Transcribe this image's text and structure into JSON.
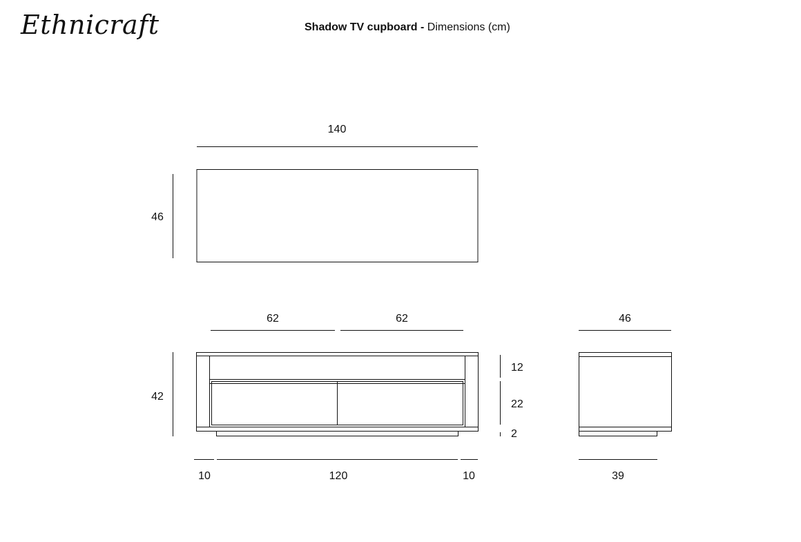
{
  "brand": "Ethnicraft",
  "title": {
    "product": "Shadow TV cupboard",
    "separator": "-",
    "subtitle": "Dimensions (cm)"
  },
  "dimensions": {
    "top_width": "140",
    "top_depth": "46",
    "front_door_left": "62",
    "front_door_right": "62",
    "front_height": "42",
    "front_section_top": "12",
    "front_section_mid": "22",
    "front_section_base": "2",
    "bottom_left": "10",
    "bottom_center": "120",
    "bottom_right": "10",
    "side_depth": "46",
    "side_base_depth": "39"
  },
  "colors": {
    "line": "#111111",
    "background": "#ffffff"
  }
}
